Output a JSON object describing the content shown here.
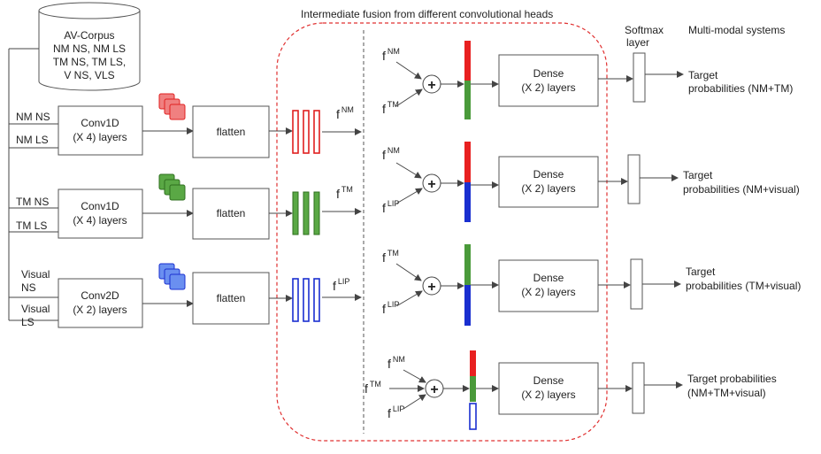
{
  "header": {
    "fusion_title": "Intermediate fusion from different convolutional heads",
    "softmax_label": [
      "Softmax",
      "layer"
    ],
    "systems_title": "Multi-modal systems"
  },
  "corpus": {
    "lines": [
      "AV-Corpus",
      "NM NS, NM LS",
      "TM NS, TM LS,",
      "V NS, VLS"
    ]
  },
  "inputs": [
    {
      "label_a": "NM NS",
      "label_b": "NM LS"
    },
    {
      "label_a": "TM NS",
      "label_b": "TM LS"
    },
    {
      "label_a": "Visual",
      "label_a2": "NS",
      "label_b": "Visual",
      "label_b2": "LS"
    }
  ],
  "conv_blocks": [
    {
      "line1": "Conv1D",
      "line2": "(X 4) layers"
    },
    {
      "line1": "Conv1D",
      "line2": "(X 4) layers"
    },
    {
      "line1": "Conv2D",
      "line2": "(X 2) layers"
    }
  ],
  "flatten_label": "flatten",
  "features": [
    {
      "base": "f",
      "sup": "NM"
    },
    {
      "base": "f",
      "sup": "TM"
    },
    {
      "base": "f",
      "sup": "LIP"
    }
  ],
  "fusion_rows": [
    {
      "inputs": [
        {
          "base": "f",
          "sup": "NM"
        },
        {
          "base": "f",
          "sup": "TM"
        }
      ],
      "dense_line1": "Dense",
      "dense_line2": "(X 2) layers",
      "target_line1": "Target",
      "target_line2": "probabilities (NM+TM)"
    },
    {
      "inputs": [
        {
          "base": "f",
          "sup": "NM"
        },
        {
          "base": "f",
          "sup": "LIP"
        }
      ],
      "dense_line1": "Dense",
      "dense_line2": "(X 2) layers",
      "target_line1": "Target",
      "target_line2": "probabilities (NM+visual)"
    },
    {
      "inputs": [
        {
          "base": "f",
          "sup": "TM"
        },
        {
          "base": "f",
          "sup": "LIP"
        }
      ],
      "dense_line1": "Dense",
      "dense_line2": "(X 2) layers",
      "target_line1": "Target",
      "target_line2": "probabilities (TM+visual)"
    },
    {
      "inputs": [
        {
          "base": "f",
          "sup": "NM"
        },
        {
          "base": "f",
          "sup": "TM"
        },
        {
          "base": "f",
          "sup": "LIP"
        }
      ],
      "dense_line1": "Dense",
      "dense_line2": "(X 2) layers",
      "target_line1": "Target probabilities",
      "target_line2": "(NM+TM+visual)"
    }
  ],
  "plus_symbol": "+",
  "colors": {
    "red_fill": "#f08080",
    "red_stroke": "#e02020",
    "green_fill": "#5aa845",
    "green_stroke": "#2f6f1f",
    "blue_fill": "#6a8ff0",
    "blue_stroke": "#1a2fd0",
    "dashed_border": "#e03030"
  }
}
